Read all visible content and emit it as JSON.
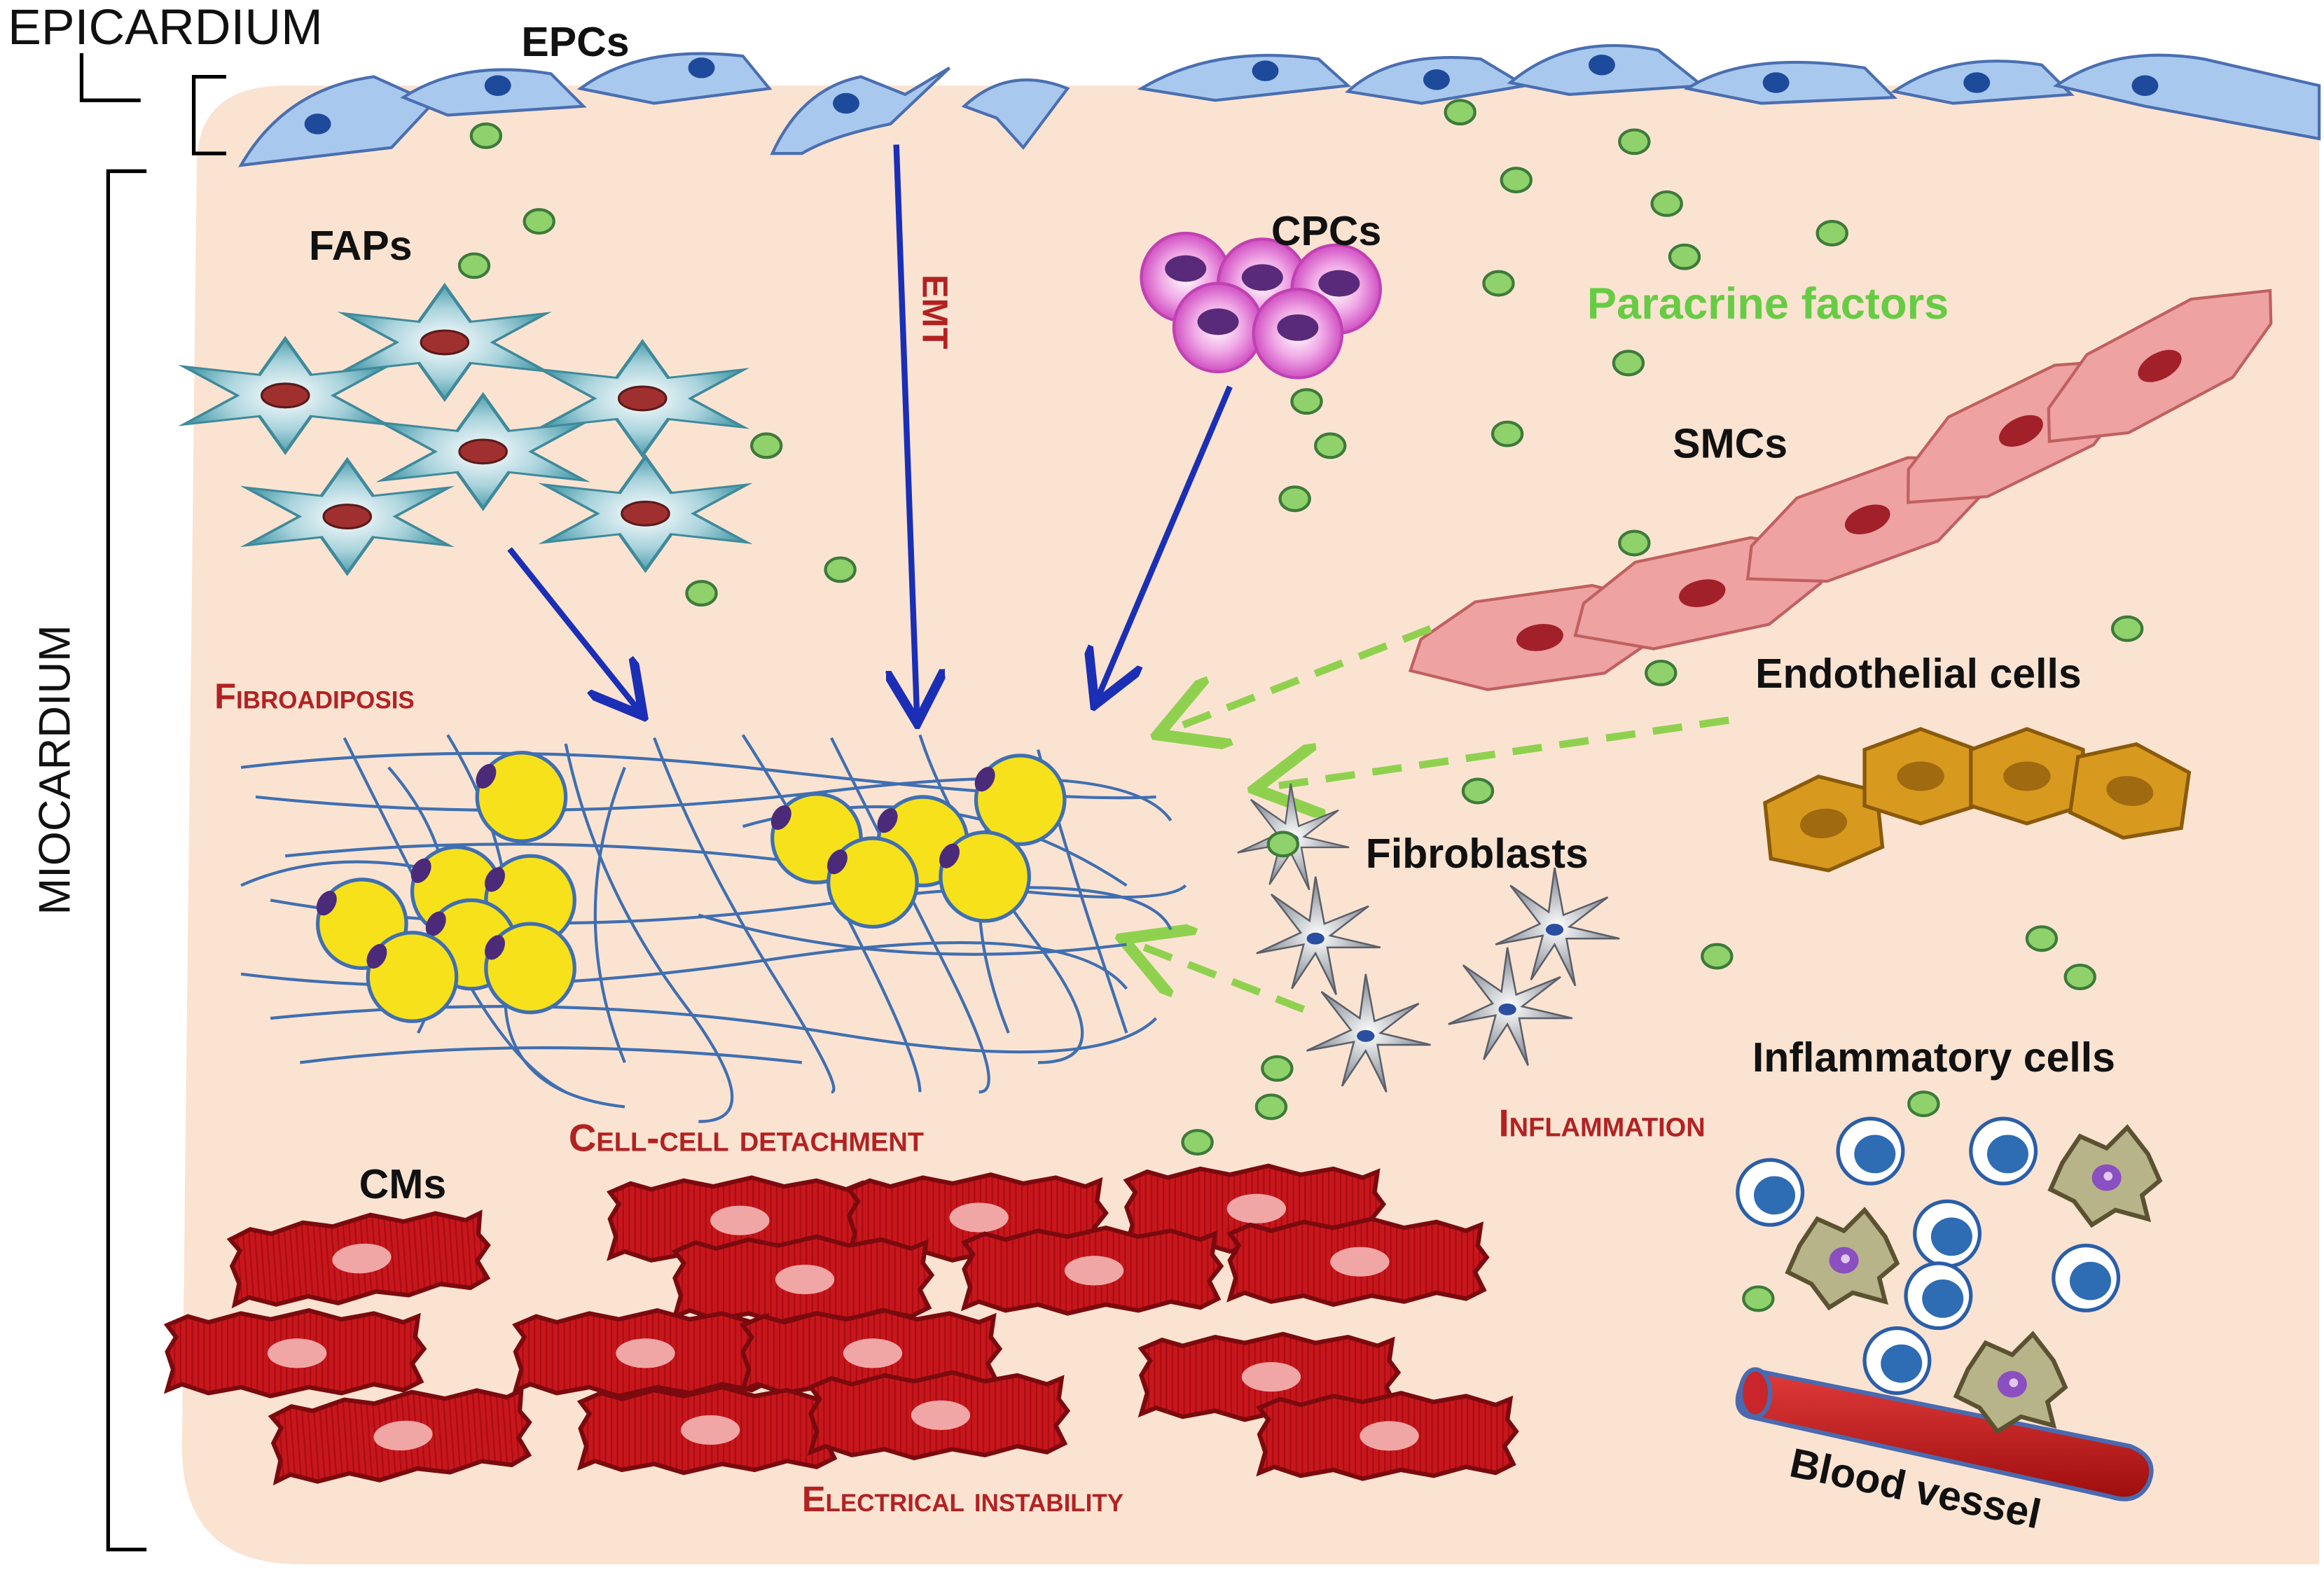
{
  "labels": {
    "epicardium": "EPICARDIUM",
    "miocardium": "MIOCARDIUM",
    "epcs": "EPCs",
    "faps": "FAPs",
    "cpcs": "CPCs",
    "emt": "EMT",
    "paracrine": "Paracrine factors",
    "smcs": "SMCs",
    "endothelial": "Endothelial cells",
    "fibroblasts": "Fibroblasts",
    "inflammatory": "Inflammatory cells",
    "cms": "CMs",
    "blood_vessel": "Blood vessel"
  },
  "processes": {
    "fibroadiposis": "Fibroadiposis",
    "cell_detachment": "Cell-cell detachment",
    "inflammation": "Inflammation",
    "electrical": "Electrical instability"
  },
  "colors": {
    "tissue_bg": "#fbe3d2",
    "epc": "#a9c8ee",
    "fap": "#4f9eae",
    "cpc": "#e070d0",
    "smc": "#e89a9a",
    "endothelial": "#d89a1e",
    "cm": "#c8161c",
    "fat": "#f7e11b",
    "fiber": "#3f6fb0",
    "arrow_blue": "#1a2fb5",
    "arrow_green": "#8fd14f",
    "paracrine_dot": "#8fd16a",
    "label_red": "#b22222"
  }
}
